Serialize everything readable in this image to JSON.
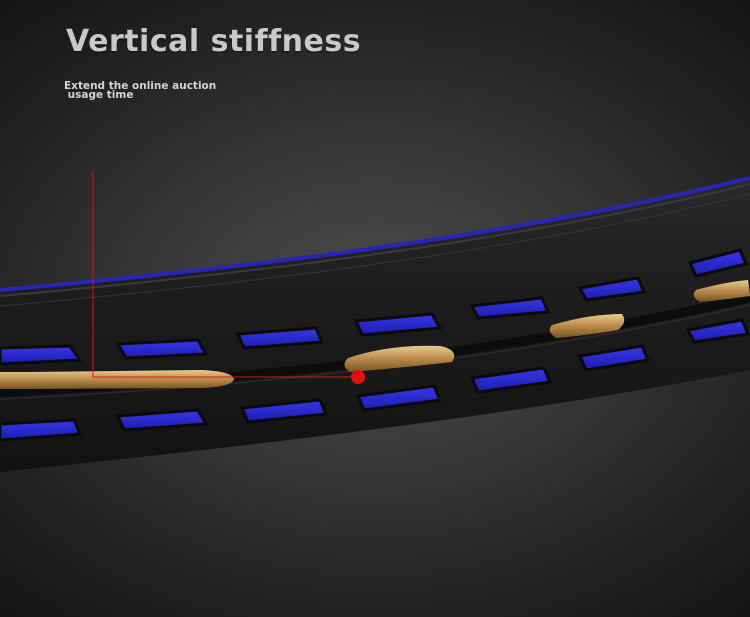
{
  "page": {
    "title": "Vertical stiffness",
    "subtitle": "Extend the online auction\n usage time"
  },
  "colors": {
    "background": "#333333",
    "frame": "#1e1e1e",
    "accent_blue": "#2a2ad6",
    "string_gold": "#c8a060",
    "pointer_red": "#e01010"
  },
  "image": {
    "subject": "racket-frame-closeup"
  }
}
